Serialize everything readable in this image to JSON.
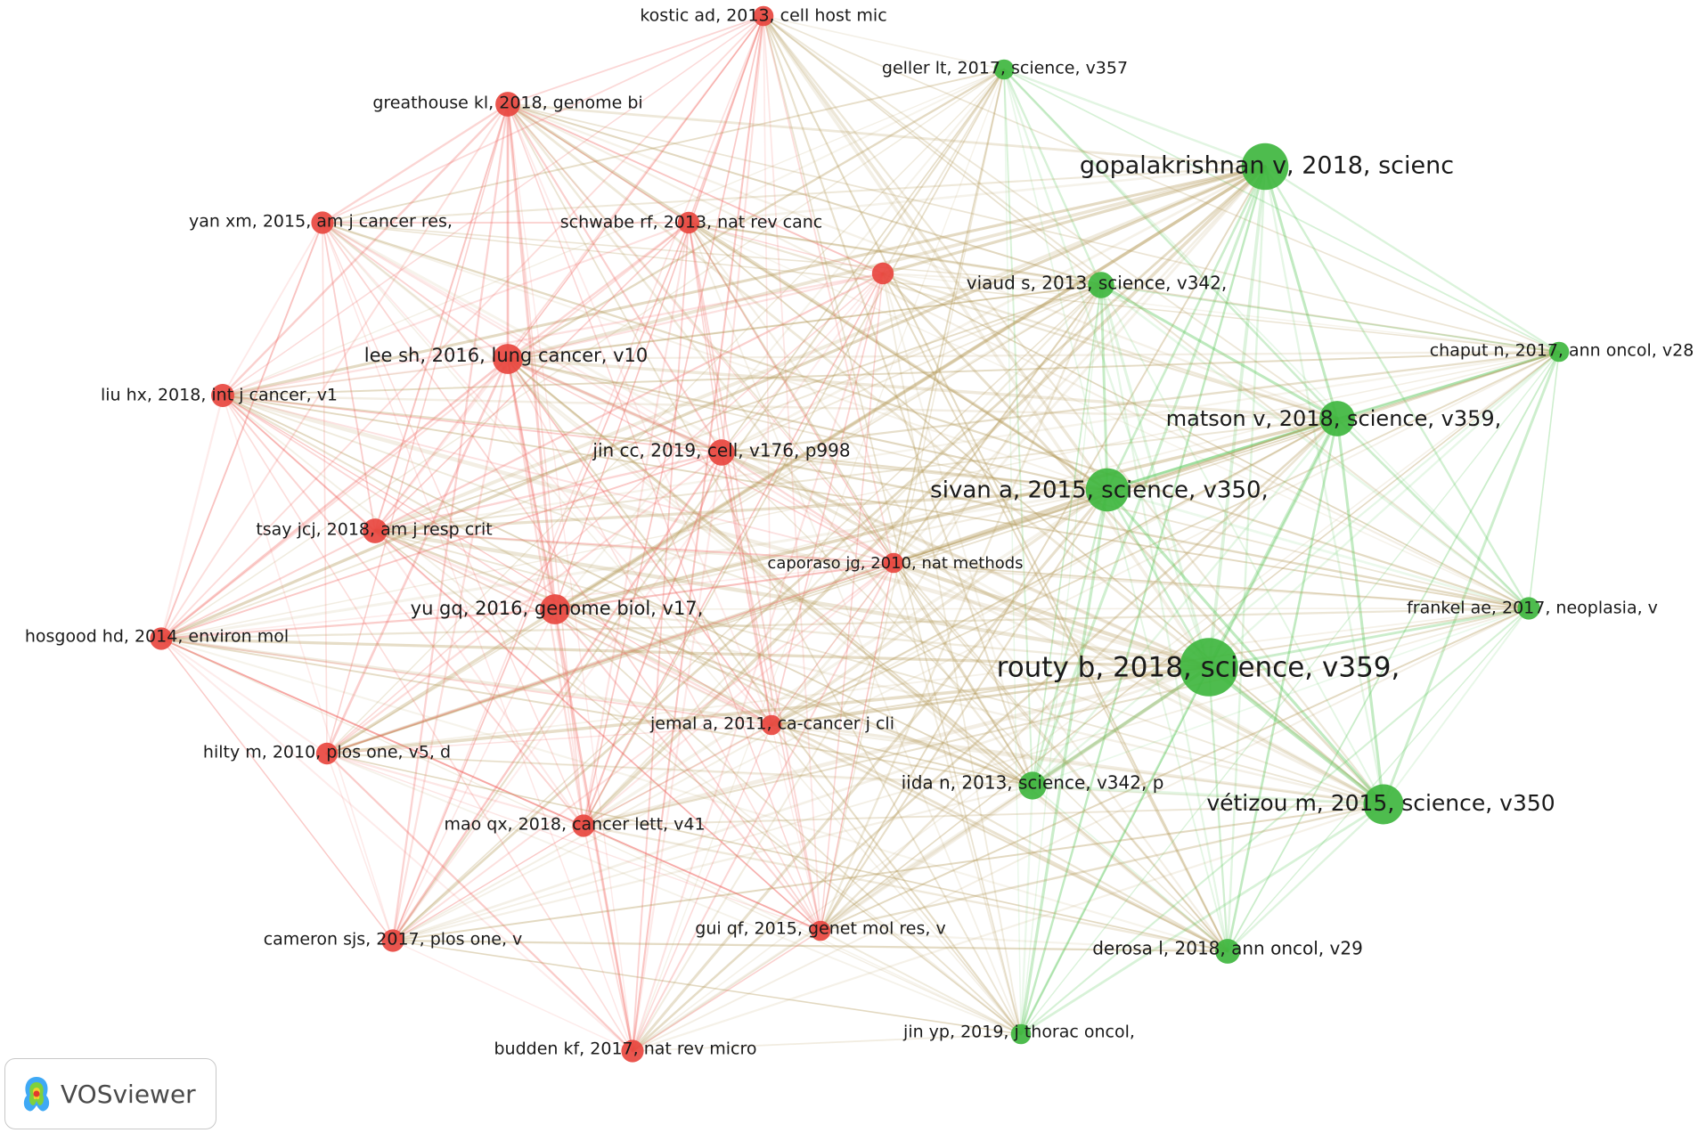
{
  "app": {
    "brand": "VOSviewer"
  },
  "colors": {
    "cluster_red": "#e8463f",
    "cluster_green": "#3fb63f",
    "edge_red": "#f0625c",
    "edge_green": "#5dc85d",
    "edge_mixed": "#b59a5c"
  },
  "nodes": [
    {
      "id": "kostic",
      "label": "kostic ad, 2013, cell host mic",
      "cluster": "red",
      "weight": 1
    },
    {
      "id": "geller",
      "label": "geller lt, 2017, science, v357",
      "cluster": "green",
      "weight": 1
    },
    {
      "id": "greathouse",
      "label": "greathouse kl, 2018, genome bi",
      "cluster": "red",
      "weight": 1.6
    },
    {
      "id": "gopalakrishnan",
      "label": "gopalakrishnan v, 2018, scienc",
      "cluster": "green",
      "weight": 4.5
    },
    {
      "id": "yan",
      "label": "yan xm, 2015, am j cancer res,",
      "cluster": "red",
      "weight": 1.3
    },
    {
      "id": "schwabe",
      "label": "schwabe rf, 2013, nat rev canc",
      "cluster": "red",
      "weight": 1.2
    },
    {
      "id": "unlabeled",
      "label": "",
      "cluster": "red",
      "weight": 1.2
    },
    {
      "id": "viaud",
      "label": "viaud s, 2013, science, v342,",
      "cluster": "green",
      "weight": 1.8
    },
    {
      "id": "chaput",
      "label": "chaput n, 2017, ann oncol, v28",
      "cluster": "green",
      "weight": 1
    },
    {
      "id": "lee",
      "label": "lee sh, 2016, lung cancer, v10",
      "cluster": "red",
      "weight": 2.3
    },
    {
      "id": "liu",
      "label": "liu hx, 2018, int j cancer, v1",
      "cluster": "red",
      "weight": 1.4
    },
    {
      "id": "matson",
      "label": "matson v, 2018, science, v359,",
      "cluster": "green",
      "weight": 3
    },
    {
      "id": "jincc",
      "label": "jin cc, 2019, cell, v176, p998",
      "cluster": "red",
      "weight": 1.8
    },
    {
      "id": "sivan",
      "label": "sivan a, 2015, science, v350,",
      "cluster": "green",
      "weight": 4
    },
    {
      "id": "tsay",
      "label": "tsay jcj, 2018, am j resp crit",
      "cluster": "red",
      "weight": 1.6
    },
    {
      "id": "caporaso",
      "label": "caporaso jg, 2010, nat methods",
      "cluster": "red",
      "weight": 1
    },
    {
      "id": "yu",
      "label": "yu gq, 2016, genome biol, v17,",
      "cluster": "red",
      "weight": 2.3
    },
    {
      "id": "frankel",
      "label": "frankel ae, 2017, neoplasia, v",
      "cluster": "green",
      "weight": 1.3
    },
    {
      "id": "hosgood",
      "label": "hosgood hd, 2014, environ mol",
      "cluster": "red",
      "weight": 1.3
    },
    {
      "id": "routy",
      "label": "routy b, 2018, science, v359,",
      "cluster": "green",
      "weight": 6
    },
    {
      "id": "jemal",
      "label": "jemal a, 2011, ca-cancer j cli",
      "cluster": "red",
      "weight": 1
    },
    {
      "id": "hilty",
      "label": "hilty m, 2010, plos one, v5, d",
      "cluster": "red",
      "weight": 1.2
    },
    {
      "id": "iida",
      "label": "iida n, 2013, science, v342, p",
      "cluster": "green",
      "weight": 2
    },
    {
      "id": "vetizou",
      "label": "vétizou m, 2015, science, v350",
      "cluster": "green",
      "weight": 3.6
    },
    {
      "id": "mao",
      "label": "mao qx, 2018, cancer lett, v41",
      "cluster": "red",
      "weight": 1.3
    },
    {
      "id": "cameron",
      "label": "cameron sjs, 2017, plos one, v",
      "cluster": "red",
      "weight": 1.3
    },
    {
      "id": "gui",
      "label": "gui qf, 2015, genet mol res, v",
      "cluster": "red",
      "weight": 1
    },
    {
      "id": "derosa",
      "label": "derosa l, 2018, ann oncol, v29",
      "cluster": "green",
      "weight": 1.6
    },
    {
      "id": "budden",
      "label": "budden kf, 2017, nat rev micro",
      "cluster": "red",
      "weight": 1.3
    },
    {
      "id": "jinyp",
      "label": "jin yp, 2019, j thorac oncol,",
      "cluster": "green",
      "weight": 1
    }
  ]
}
